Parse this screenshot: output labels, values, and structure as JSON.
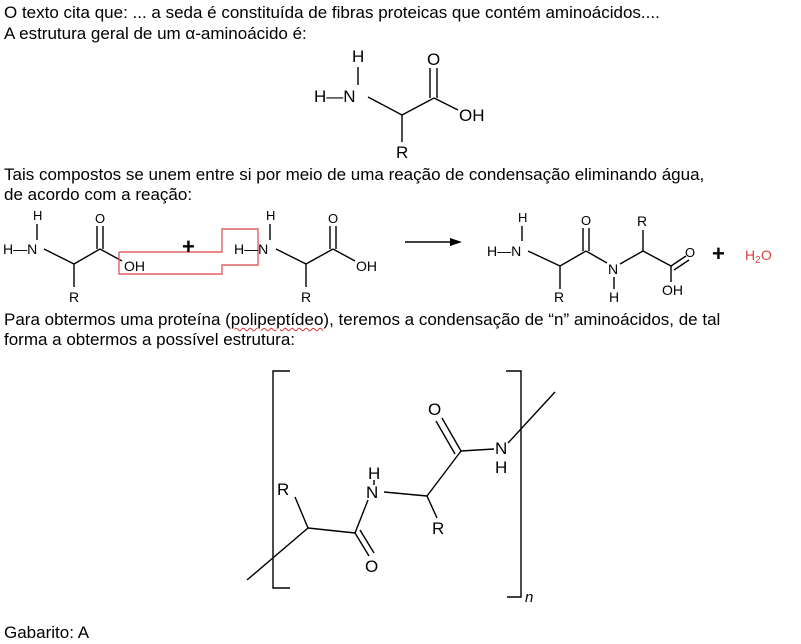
{
  "paragraphs": {
    "line1": "O texto cita que: ... a seda é constituída de fibras proteicas que contém aminoácidos....",
    "line2": "A estrutura geral de um α-aminoácido é:",
    "line3": "Tais compostos se unem entre si por meio de uma reação de condensação eliminando água,",
    "line4": "de acordo com a reação:",
    "line5_pre": "Para obtermos uma proteína (",
    "line5_wavy": "polipeptídeo",
    "line5_post": "), teremos a condensação de “n” aminoácidos, de tal",
    "line6": "forma a obtermos a possível estrutura:",
    "answer": "Gabarito: A"
  },
  "structures": {
    "aminoacid": {
      "h": "H",
      "hn": "H—N",
      "o": "O",
      "oh": "OH",
      "r": "R"
    },
    "reaction": {
      "left_h": "H",
      "left_hn": "H—N",
      "left_o": "O",
      "left_oh": "OH",
      "left_r": "R",
      "plus": "+",
      "mid_h": "H",
      "mid_hn": "H—N",
      "mid_o": "O",
      "mid_oh": "OH",
      "mid_r": "R",
      "prod_h": "H",
      "prod_hn": "H—N",
      "prod_o1": "O",
      "prod_r1": "R",
      "prod_n": "N",
      "prod_nh": "H",
      "prod_r2": "R",
      "prod_o2": "O",
      "prod_oh": "OH",
      "plus2": "+",
      "water_h": "H",
      "water_sub": "2",
      "water_o": "O",
      "water_color": "#e04040"
    },
    "polymer": {
      "r1": "R",
      "n1": "N",
      "h1": "H",
      "o1": "O",
      "r2": "R",
      "o2": "O",
      "n2": "N",
      "h2": "H",
      "n_sub": "n"
    }
  }
}
